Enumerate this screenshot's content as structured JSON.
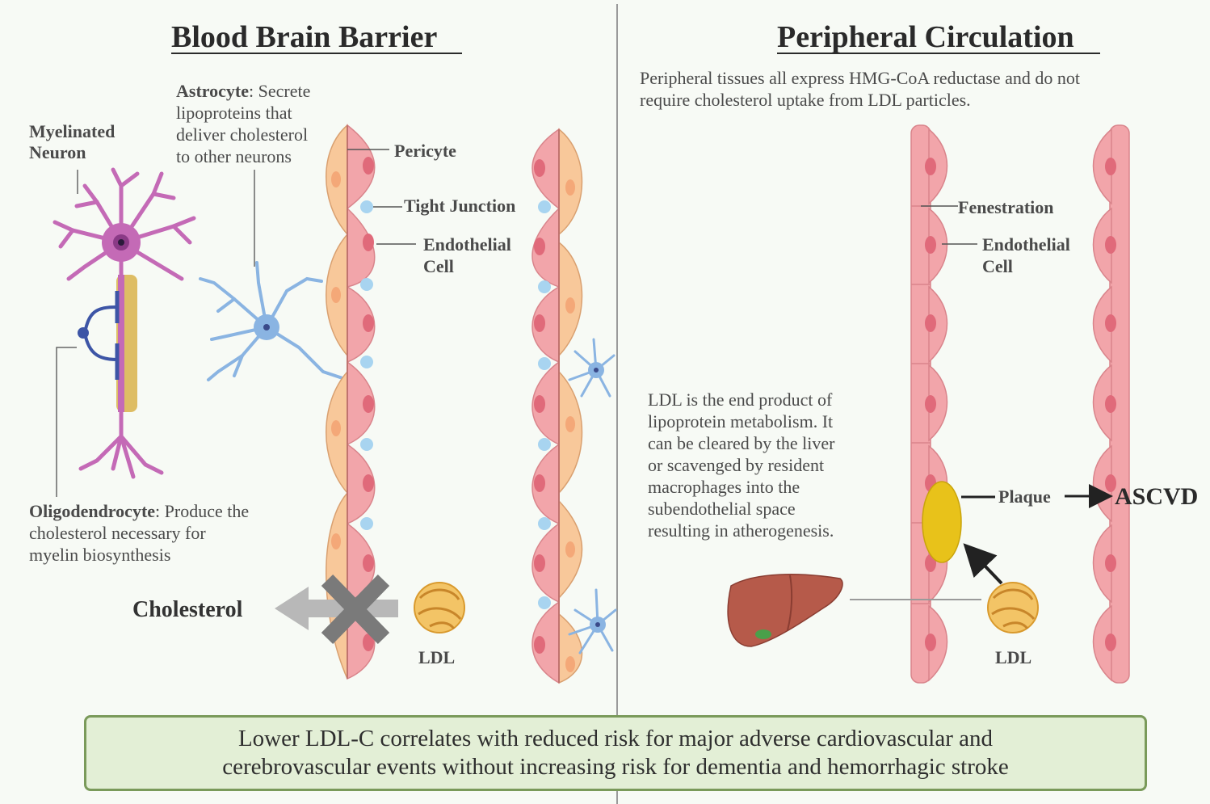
{
  "left_panel": {
    "title": "Blood Brain Barrier",
    "neuron_label_line1": "Myelinated",
    "neuron_label_line2": "Neuron",
    "astrocyte_term": "Astrocyte",
    "astrocyte_desc_line1": ": Secrete",
    "astrocyte_desc_line2": "lipoproteins that",
    "astrocyte_desc_line3": "deliver cholesterol",
    "astrocyte_desc_line4": "to other neurons",
    "pericyte_label": "Pericyte",
    "tight_junction_label": "Tight Junction",
    "endothelial_label_line1": "Endothelial",
    "endothelial_label_line2": "Cell",
    "oligodendrocyte_term": "Oligodendrocyte",
    "oligodendrocyte_desc_line1": ": Produce the",
    "oligodendrocyte_desc_line2": "cholesterol necessary for",
    "oligodendrocyte_desc_line3": "myelin biosynthesis",
    "cholesterol_label": "Cholesterol",
    "ldl_label": "LDL"
  },
  "right_panel": {
    "title": "Peripheral Circulation",
    "intro_line1": "Peripheral tissues all express HMG-CoA reductase and do not",
    "intro_line2": "require cholesterol uptake from LDL particles.",
    "fenestration_label": "Fenestration",
    "endothelial_label_line1": "Endothelial",
    "endothelial_label_line2": "Cell",
    "ldl_note_lines": [
      "LDL is the end product of",
      "lipoprotein metabolism. It",
      "can be cleared by the liver",
      "or scavenged by resident",
      "macrophages into the",
      "subendothelial space",
      "resulting in atherogenesis."
    ],
    "plaque_label": "Plaque",
    "ascvd_label": "ASCVD",
    "ldl_label": "LDL"
  },
  "banner": {
    "line1": "Lower LDL-C correlates with reduced risk for major adverse cardiovascular and",
    "line2": "cerebrovascular events without increasing risk for dementia and hemorrhagic stroke"
  },
  "colors": {
    "endothelium": "#f2a5aa",
    "nucleus": "#e06a7a",
    "pericyte": "#f8c89a",
    "tight_junction": "#a8d4f0",
    "neuron": "#c46ab6",
    "astrocyte": "#8ab4e2",
    "oligodendrocyte": "#3d55a6",
    "myelin": "#d9b24a",
    "plaque": "#e8c21a",
    "liver": "#b65a4a",
    "banner_bg": "#e3efd6",
    "banner_border": "#7a9a5a"
  },
  "icons": [
    "neuron-icon",
    "astrocyte-icon",
    "oligodendrocyte-icon",
    "ldl-particle-icon",
    "liver-icon",
    "blocked-x-icon",
    "plaque-icon"
  ]
}
